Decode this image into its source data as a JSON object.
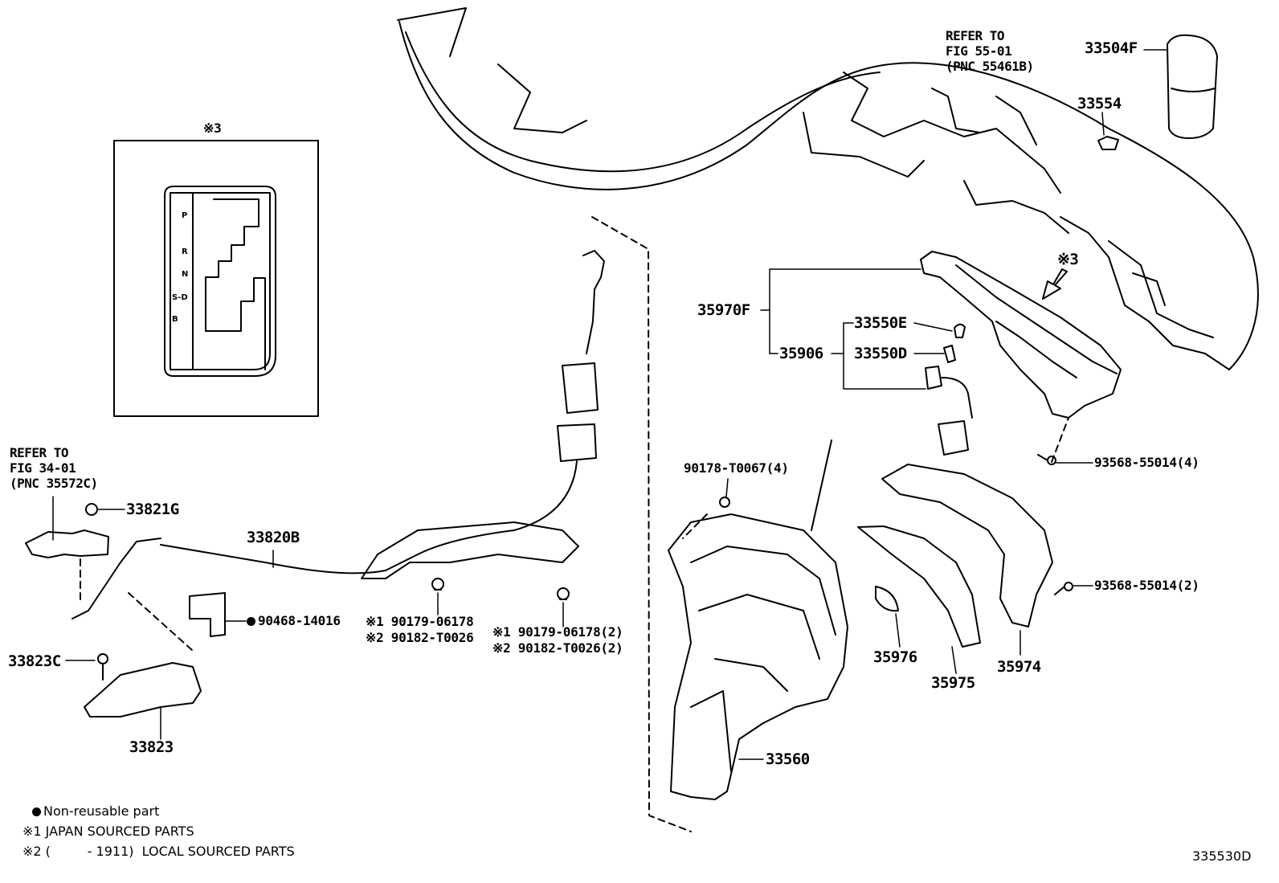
{
  "colors": {
    "ink": "#000000",
    "paper": "#ffffff"
  },
  "inset": {
    "title": "※3",
    "gate_positions": [
      "P",
      "R",
      "N",
      "S-D",
      "B"
    ]
  },
  "refs": {
    "fig55": [
      "REFER TO",
      "FIG 55-01",
      "(PNC 55461B)"
    ],
    "fig34": [
      "REFER TO",
      "FIG 34-01",
      "(PNC 35572C)"
    ]
  },
  "parts": {
    "p33504F": "33504F",
    "p33554": "33554",
    "p35970F": "35970F",
    "p35906": "35906",
    "p33550E": "33550E",
    "p33550D": "33550D",
    "p93568a": "93568-55014(4)",
    "p93568b": "93568-55014(2)",
    "p90178": "90178-T0067(4)",
    "p33821G": "33821G",
    "p33820B": "33820B",
    "p90468": "90468-14016",
    "p33823C": "33823C",
    "p33823": "33823",
    "p35976": "35976",
    "p35975": "35975",
    "p35974": "35974",
    "p33560": "33560",
    "mid_1": "※1  90179-06178",
    "mid_2": "※2  90182-T0026",
    "right_1": "※1  90179-06178(2)",
    "right_2": "※2  90182-T0026(2)",
    "arrow_note": "※3"
  },
  "legend": {
    "nonreusable": "Non-reusable part",
    "note1": "※1 JAPAN SOURCED PARTS",
    "note2": "※2 (         - 1911)  LOCAL SOURCED PARTS"
  },
  "figure_code": "335530D"
}
